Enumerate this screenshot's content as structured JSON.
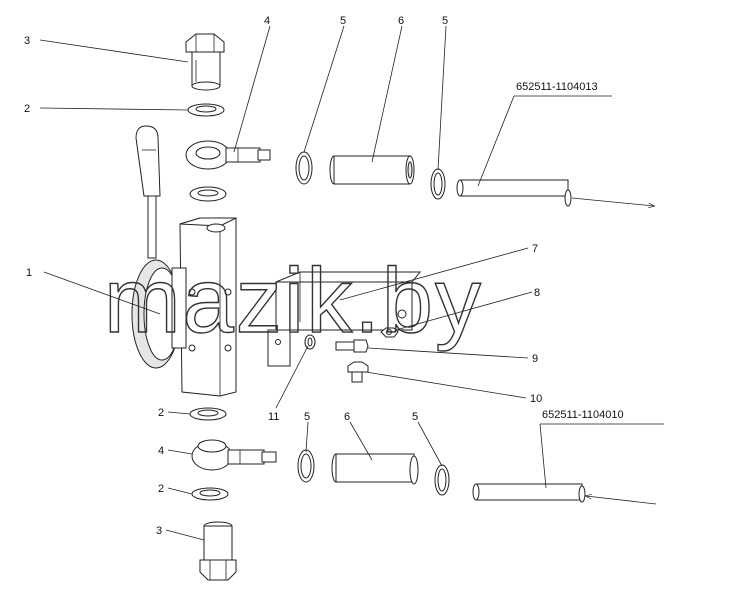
{
  "watermark": "mazik.by",
  "callouts": {
    "c1": "1",
    "c2_top": "2",
    "c2_bot_a": "2",
    "c2_bot_b": "2",
    "c3_top": "3",
    "c3_bot": "3",
    "c4_top": "4",
    "c4_bot": "4",
    "c5_top_a": "5",
    "c5_top_b": "5",
    "c5_bot_a": "5",
    "c5_bot_b": "5",
    "c6_top": "6",
    "c6_bot": "6",
    "c7": "7",
    "c8": "8",
    "c9": "9",
    "c10": "10",
    "c11": "11"
  },
  "part_numbers": {
    "hose_top": "652511-1104013",
    "hose_bottom": "652511-1104010"
  }
}
